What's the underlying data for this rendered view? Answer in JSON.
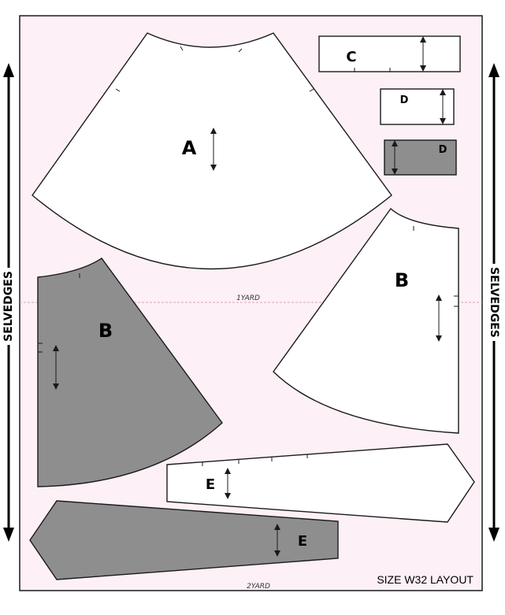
{
  "layout": {
    "fabric_color": "#fdf0f6",
    "piece_white": "#ffffff",
    "piece_shaded": "#8e8e8e",
    "yard_line_color": "#d4a9b9",
    "selvedge_left": "SELVEDGES",
    "selvedge_right": "SELVEDGES",
    "yard_1": "1YARD",
    "yard_2": "2YARD",
    "footer": "SIZE W32 LAYOUT",
    "pieces": {
      "a": "A",
      "b_shaded": "B",
      "b_white": "B",
      "c": "C",
      "d_white": "D",
      "d_shaded": "D",
      "e_white": "E",
      "e_shaded": "E"
    }
  }
}
